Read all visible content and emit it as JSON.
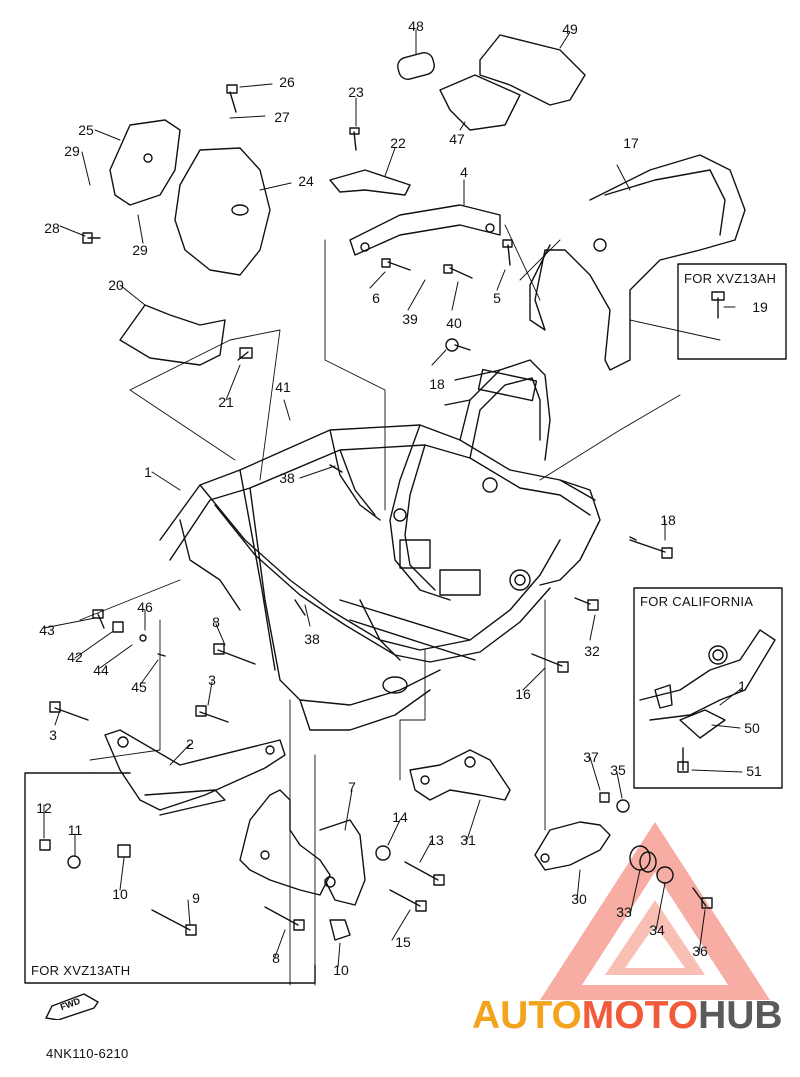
{
  "diagram": {
    "callouts": {
      "c1": "1",
      "c1b": "1",
      "c2": "2",
      "c3a": "3",
      "c3b": "3",
      "c4": "4",
      "c5": "5",
      "c6": "6",
      "c7": "7",
      "c8a": "8",
      "c8b": "8",
      "c9": "9",
      "c10a": "10",
      "c10b": "10",
      "c11": "11",
      "c12": "12",
      "c13": "13",
      "c14": "14",
      "c15": "15",
      "c16": "16",
      "c17": "17",
      "c18a": "18",
      "c18b": "18",
      "c19": "19",
      "c20": "20",
      "c21": "21",
      "c22": "22",
      "c23": "23",
      "c24": "24",
      "c25": "25",
      "c26": "26",
      "c27": "27",
      "c28": "28",
      "c29a": "29",
      "c29b": "29",
      "c30": "30",
      "c31": "31",
      "c32": "32",
      "c33": "33",
      "c34": "34",
      "c35": "35",
      "c36": "36",
      "c37": "37",
      "c38a": "38",
      "c38b": "38",
      "c39": "39",
      "c40": "40",
      "c41": "41",
      "c42": "42",
      "c43": "43",
      "c44": "44",
      "c45": "45",
      "c46": "46",
      "c47": "47",
      "c48": "48",
      "c49": "49",
      "c50": "50",
      "c51": "51"
    },
    "boxes": {
      "xvz13ah": "FOR XVZ13AH",
      "california": "FOR CALIFORNIA",
      "xvz13ath": "FOR XVZ13ATH"
    },
    "fwd_label": "FWD",
    "part_number": "4NK110-6210"
  },
  "watermark": {
    "part1": "AUTO",
    "part2": "MOTO",
    "part3": "HUB",
    "colors": {
      "orange": "#f4a41c",
      "red": "#f15a3a",
      "gray": "#5a5a5a"
    }
  }
}
